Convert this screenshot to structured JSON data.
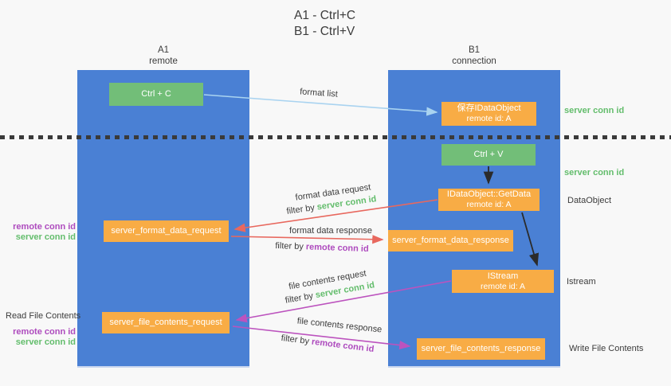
{
  "title": {
    "line1": "A1 - Ctrl+C",
    "line2": "B1 - Ctrl+V"
  },
  "columns": {
    "a": {
      "name": "A1",
      "subtitle": "remote"
    },
    "b": {
      "name": "B1",
      "subtitle": "connection"
    }
  },
  "boxes": {
    "ctrl_c": "Ctrl + C",
    "ctrl_v": "Ctrl + V",
    "save_idataobject": {
      "line1": "保存IDataObject",
      "line2": "remote id: A"
    },
    "getdata": {
      "line1": "IDataObject::GetData",
      "line2": "remote id: A"
    },
    "format_request": "server_format_data_request",
    "format_response": "server_format_data_response",
    "istream": {
      "line1": "IStream",
      "line2": "remote id: A"
    },
    "file_request": "server_file_contents_request",
    "file_response": "server_file_contents_response"
  },
  "edge_labels": {
    "format_list": "format list",
    "format_data_request": "format data request",
    "format_data_response": "format data response",
    "file_contents_request": "file contents request",
    "file_contents_response": "file contents response",
    "filter_by": "filter by ",
    "server_conn_id": "server conn id",
    "remote_conn_id": "remote conn id"
  },
  "side_labels": {
    "right": {
      "server_conn_id_top": "server conn id",
      "server_conn_id_mid": "server conn id",
      "dataobject": "DataObject",
      "istream": "Istream",
      "write_file_contents": "Write File Contents"
    },
    "left": {
      "remote_conn_id_top": "remote conn id",
      "server_conn_id_top": "server conn id",
      "read_file_contents": "Read File Contents",
      "remote_conn_id_bottom": "remote conn id",
      "server_conn_id_bottom": "server conn id"
    }
  },
  "colors": {
    "column_blue": "#4a80d4",
    "box_green": "#72be78",
    "box_orange": "#f8ac45",
    "arrow_light_blue": "#a9d3f0",
    "arrow_red": "#e8685e",
    "arrow_purple": "#bc53be",
    "arrow_black": "#2b2b2b",
    "text_green": "#63bd6c",
    "text_purple": "#ae4bbe",
    "text_dark": "#3c3c3c",
    "background": "#f8f8f8"
  }
}
